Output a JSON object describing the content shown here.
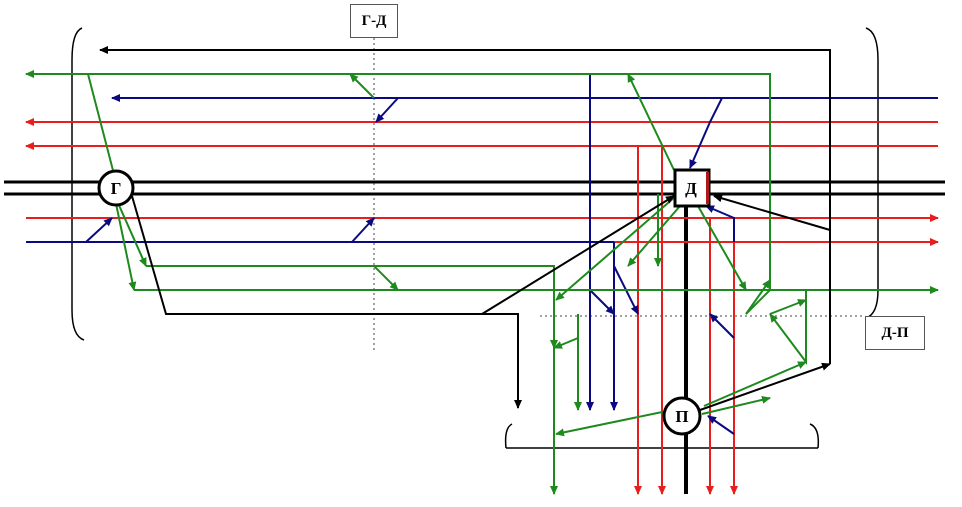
{
  "section_labels": {
    "g_d": "Г-Д",
    "d_p": "Д-П"
  },
  "stations": {
    "g": "Г",
    "d": "Д",
    "p": "П"
  },
  "colors": {
    "red": "#e81e1e",
    "green": "#1e8a1e",
    "blue": "#0a0a80",
    "black": "#000000",
    "station_border_d": "#b01818"
  }
}
